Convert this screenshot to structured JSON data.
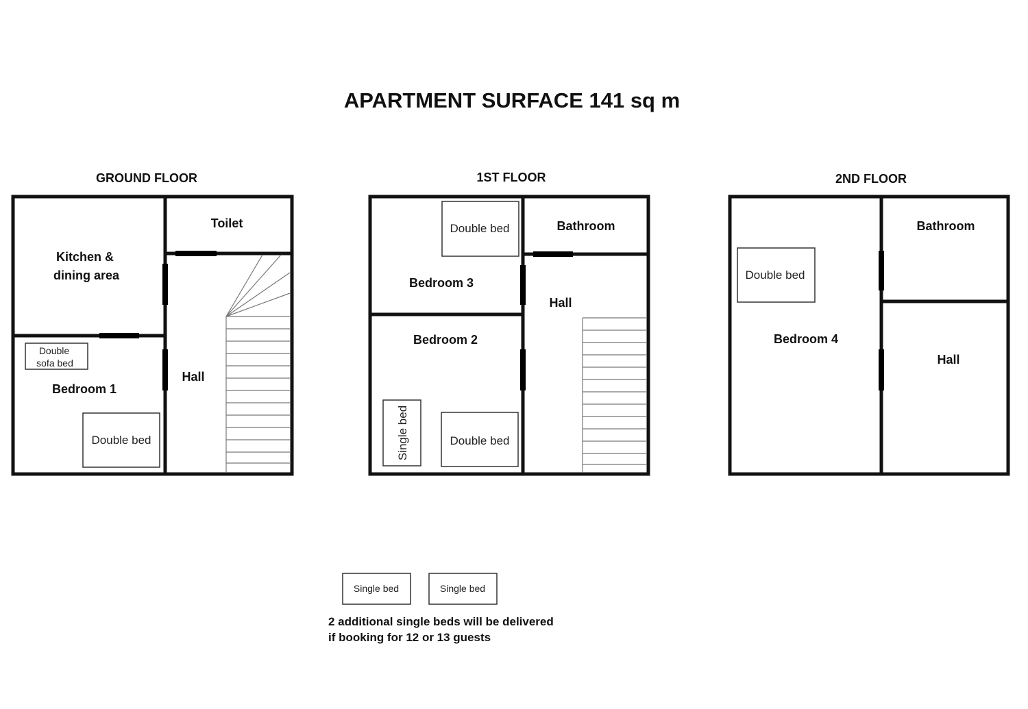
{
  "title": "APARTMENT SURFACE 141 sq m",
  "floors": {
    "ground": {
      "label": "GROUND FLOOR",
      "rooms": {
        "kitchen_line1": "Kitchen &",
        "kitchen_line2": "dining area",
        "toilet": "Toilet",
        "bedroom": "Bedroom 1",
        "hall": "Hall"
      },
      "beds": {
        "sofa_line1": "Double",
        "sofa_line2": "sofa bed",
        "double": "Double bed"
      }
    },
    "first": {
      "label": "1ST FLOOR",
      "rooms": {
        "bedroom3": "Bedroom 3",
        "bathroom": "Bathroom",
        "hall": "Hall",
        "bedroom2": "Bedroom 2"
      },
      "beds": {
        "double_top": "Double bed",
        "single": "Single bed",
        "double_bottom": "Double bed"
      }
    },
    "second": {
      "label": "2ND FLOOR",
      "rooms": {
        "bathroom": "Bathroom",
        "bedroom4": "Bedroom 4",
        "hall": "Hall"
      },
      "beds": {
        "double": "Double bed"
      }
    }
  },
  "extra": {
    "bed1": "Single bed",
    "bed2": "Single bed",
    "note_line1": "2 additional single beds will be delivered",
    "note_line2": "if booking for 12 or 13 guests"
  }
}
